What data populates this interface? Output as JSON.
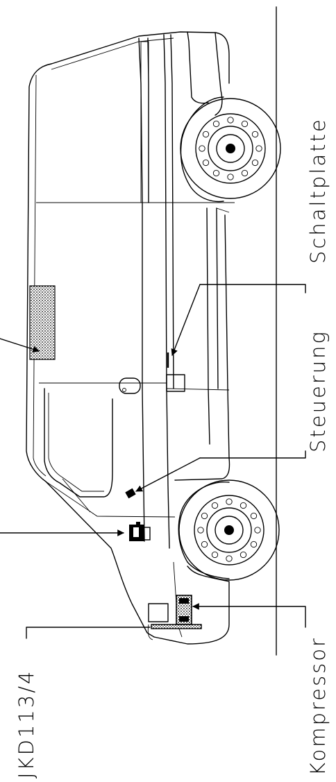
{
  "labels": {
    "schaltplatte": "Schaltplatte",
    "steuerung": "Steuerung",
    "kompressor": "Kompressor",
    "jkd": "JKD113/4"
  },
  "icons": [
    "van-side-outline",
    "wheel",
    "compressor-unit",
    "control-module",
    "switch-plate",
    "hatch-panel",
    "leader-arrow"
  ],
  "colors": {
    "line": "#000000",
    "background": "#ffffff"
  }
}
